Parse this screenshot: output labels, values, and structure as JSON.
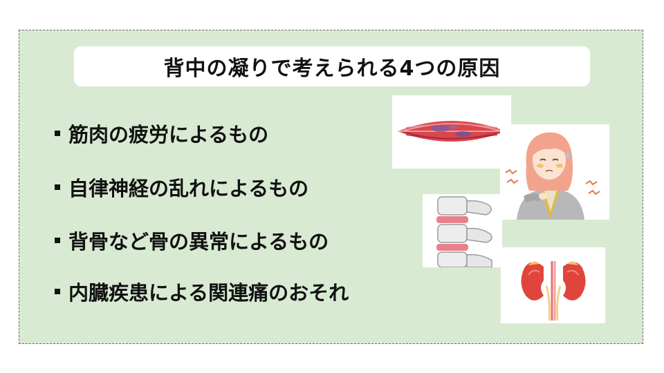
{
  "title": "背中の凝りで考えられる4つの原因",
  "bullets": [
    "筋肉の疲労によるもの",
    "自律神経の乱れによるもの",
    "背骨など骨の異常によるもの",
    "内臓疾患による関連痛のおそれ"
  ],
  "colors": {
    "panel_background": "#d9ead3",
    "title_background": "#ffffff",
    "text": "#111111",
    "muscle": "#d9474d",
    "disc": "#e9808a",
    "kidney": "#e0453d",
    "hair": "#f2a38e"
  },
  "icons": [
    "muscle-fiber-illustration",
    "woman-shoulder-pain-illustration",
    "spine-vertebrae-illustration",
    "kidneys-illustration"
  ]
}
